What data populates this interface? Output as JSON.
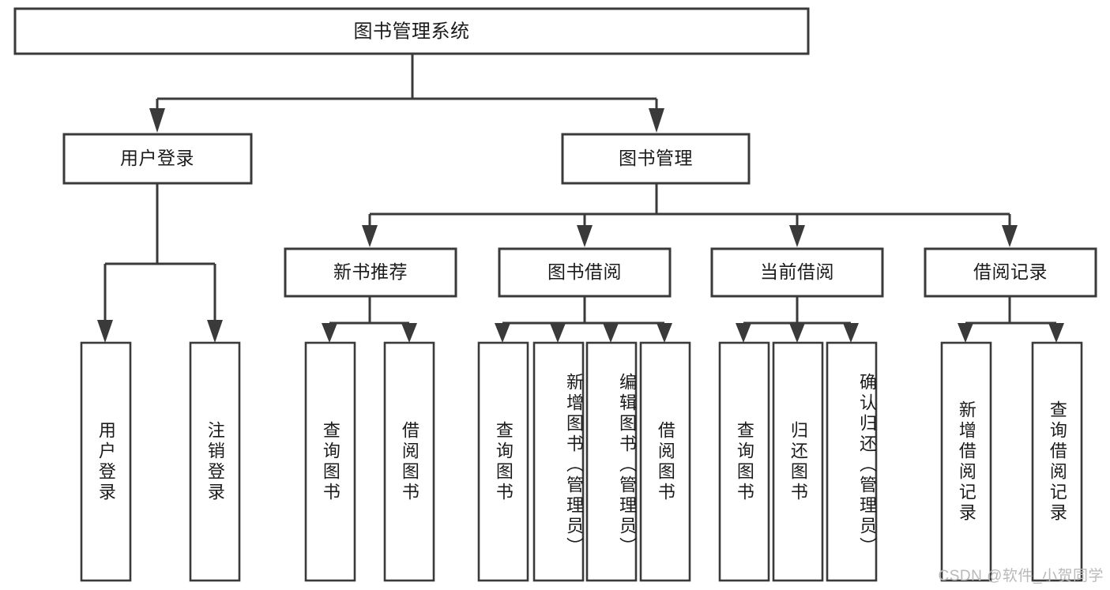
{
  "diagram": {
    "title_node": {
      "label": "图书管理系统"
    },
    "level1": [
      {
        "id": "user-login",
        "label": "用户登录"
      },
      {
        "id": "book-manage",
        "label": "图书管理"
      }
    ],
    "level2": [
      {
        "id": "new-book-recommend",
        "label": "新书推荐"
      },
      {
        "id": "book-borrow",
        "label": "图书借阅"
      },
      {
        "id": "current-borrow",
        "label": "当前借阅"
      },
      {
        "id": "borrow-record",
        "label": "借阅记录"
      }
    ],
    "leaves": [
      {
        "id": "leaf-user-login",
        "label": "用户登录",
        "parent": "user-login"
      },
      {
        "id": "leaf-logout-login",
        "label": "注销登录",
        "parent": "user-login"
      },
      {
        "id": "leaf-query-book-1",
        "label": "查询图书",
        "parent": "new-book-recommend"
      },
      {
        "id": "leaf-borrow-book-1",
        "label": "借阅图书",
        "parent": "new-book-recommend"
      },
      {
        "id": "leaf-query-book-2",
        "label": "查询图书",
        "parent": "book-borrow"
      },
      {
        "id": "leaf-add-book",
        "label": "新增图书（管理员）",
        "parent": "book-borrow"
      },
      {
        "id": "leaf-edit-book",
        "label": "编辑图书（管理员）",
        "parent": "book-borrow"
      },
      {
        "id": "leaf-borrow-book-2",
        "label": "借阅图书",
        "parent": "book-borrow"
      },
      {
        "id": "leaf-query-book-3",
        "label": "查询图书",
        "parent": "current-borrow"
      },
      {
        "id": "leaf-return-book",
        "label": "归还图书",
        "parent": "current-borrow"
      },
      {
        "id": "leaf-confirm-return",
        "label": "确认归还（管理员）",
        "parent": "current-borrow"
      },
      {
        "id": "leaf-add-record",
        "label": "新增借阅记录",
        "parent": "borrow-record"
      },
      {
        "id": "leaf-query-record",
        "label": "查询借阅记录",
        "parent": "borrow-record"
      }
    ],
    "watermark": "CSDN @软件_小贺同学",
    "colors": {
      "stroke": "#3a3a3a",
      "node_fill": "#ffffff",
      "text": "#1b1b1b",
      "watermark": "#b9b9b9",
      "background": "#ffffff"
    }
  }
}
